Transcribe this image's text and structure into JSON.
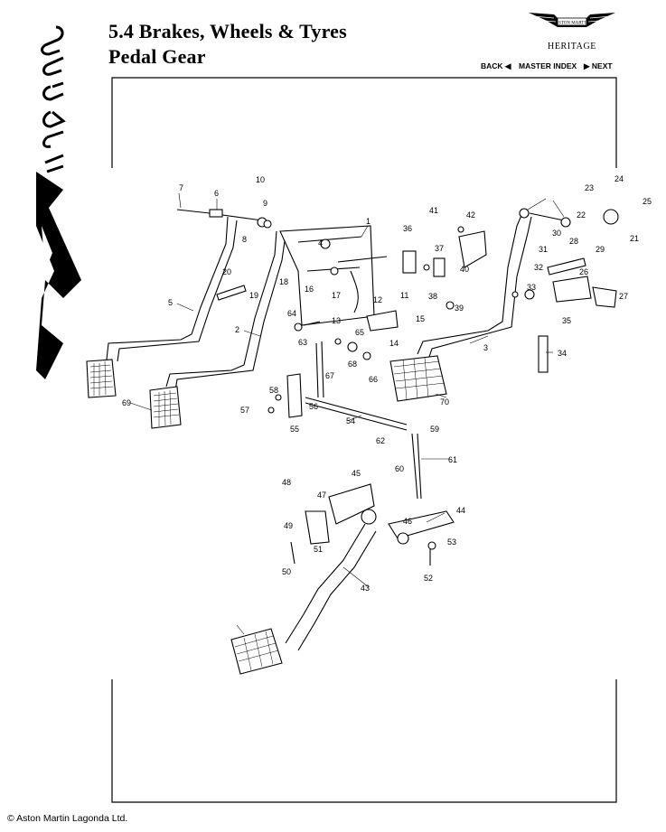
{
  "header": {
    "title_line1": "5.4 Brakes, Wheels & Tyres",
    "title_line2": "Pedal Gear",
    "brand_heritage": "HERITAGE",
    "logo_text": "ASTON MARTIN",
    "vertical_brand": "Virage"
  },
  "nav": {
    "back": "BACK ◀",
    "master_index": "MASTER INDEX",
    "next": "▶ NEXT"
  },
  "diagram": {
    "callouts": [
      "1",
      "2",
      "3",
      "4",
      "5",
      "6",
      "7",
      "8",
      "9",
      "10",
      "11",
      "12",
      "13",
      "14",
      "15",
      "16",
      "17",
      "18",
      "19",
      "20",
      "21",
      "22",
      "23",
      "24",
      "25",
      "26",
      "27",
      "28",
      "29",
      "30",
      "31",
      "32",
      "33",
      "34",
      "35",
      "36",
      "37",
      "38",
      "39",
      "40",
      "41",
      "42",
      "43",
      "44",
      "45",
      "46",
      "47",
      "48",
      "49",
      "50",
      "51",
      "52",
      "53",
      "54",
      "55",
      "56",
      "57",
      "58",
      "59",
      "60",
      "61",
      "62",
      "63",
      "64",
      "65",
      "66",
      "67",
      "68",
      "69",
      "70"
    ]
  },
  "footer": {
    "copyright": "© Aston Martin Lagonda Ltd."
  }
}
